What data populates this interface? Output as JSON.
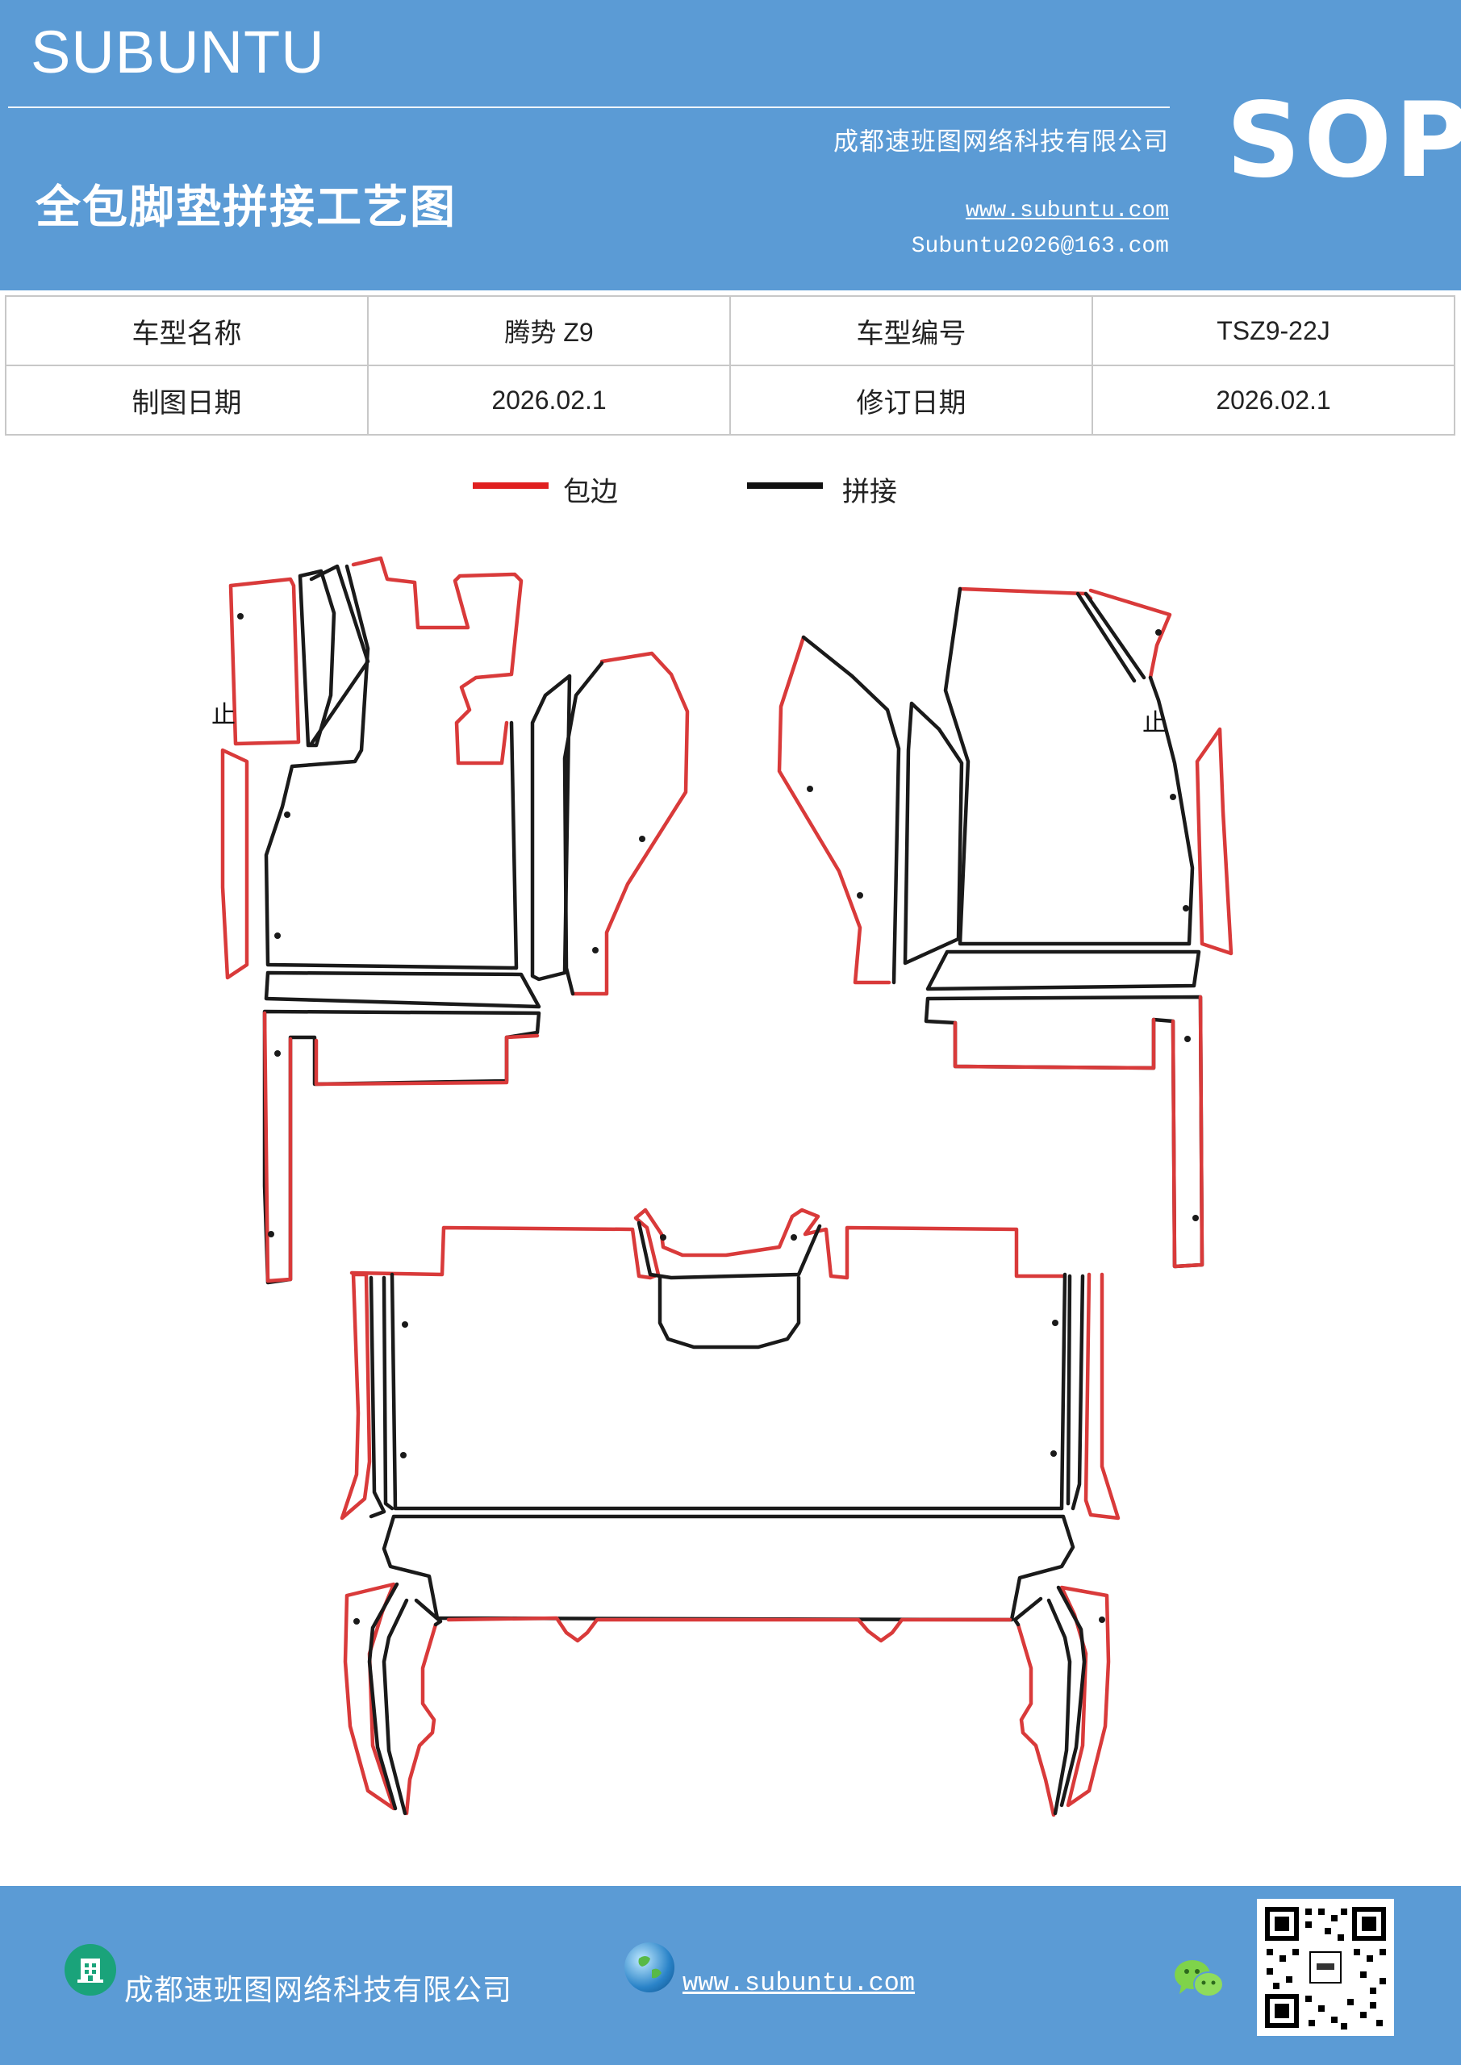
{
  "header": {
    "brand": "SUBUNTU",
    "company": "成都速班图网络科技有限公司",
    "title": "全包脚垫拼接工艺图",
    "website": "www.subuntu.com",
    "email": "Subuntu2026@163.com",
    "badge": "SOP"
  },
  "info_table": {
    "rows": [
      [
        "车型名称",
        "腾势 Z9",
        "车型编号",
        "TSZ9-22J"
      ],
      [
        "制图日期",
        "2026.02.1",
        "修订日期",
        "2026.02.1"
      ]
    ]
  },
  "legend": {
    "items": [
      {
        "label": "包边",
        "color": "#e02020"
      },
      {
        "label": "拼接",
        "color": "#111111"
      }
    ]
  },
  "diagram": {
    "marks": [
      "止",
      "止"
    ],
    "edge_color": "#d93a3a",
    "seam_color": "#1a1a1a"
  },
  "footer": {
    "company": "成都速班图网络科技有限公司",
    "website": "www.subuntu.com",
    "icons": [
      "building-icon",
      "globe-icon",
      "wechat-icon",
      "qr-code"
    ]
  },
  "colors": {
    "accent": "#5b9bd5"
  }
}
